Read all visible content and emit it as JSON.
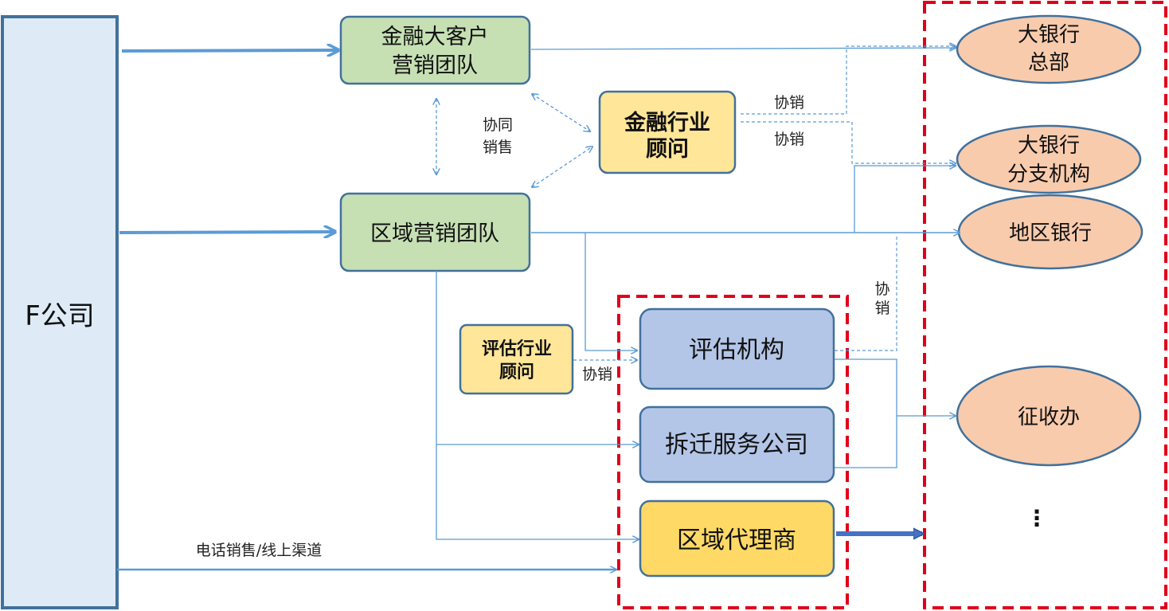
{
  "nodes": {
    "company": "F公司",
    "fin_team": [
      "金融大客户",
      "营销团队"
    ],
    "region_team": "区域营销团队",
    "fin_advisor": [
      "金融行业",
      "顾问"
    ],
    "eval_advisor": [
      "评估行业",
      "顾问"
    ],
    "eval_org": "评估机构",
    "demolition": "拆迁服务公司",
    "agent": "区域代理商",
    "bank_hq": [
      "大银行",
      "总部"
    ],
    "bank_branch": [
      "大银行",
      "分支机构"
    ],
    "regional_bank": "地区银行",
    "levy_office": "征收办",
    "ellipsis": "⋮"
  },
  "labels": {
    "co_sell_left": [
      "协同",
      "销售"
    ],
    "co_sell_1": "协销",
    "co_sell_2": "协销",
    "co_sell_3": [
      "协",
      "销"
    ],
    "co_sell_4": "协销",
    "phone_online": "电话销售/线上渠道"
  },
  "colors": {
    "green": "#c6e0b4",
    "yellow": "#ffe699",
    "blue": "#b4c6e7",
    "gold": "#ffd966",
    "salmon": "#f8cbad",
    "company": "#deebf7",
    "border": "#41719c",
    "line": "#5b9bd5",
    "red_dash": "#e0001b"
  }
}
